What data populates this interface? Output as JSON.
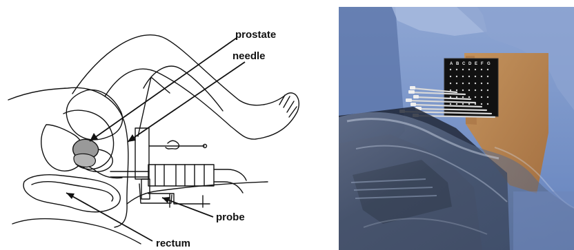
{
  "diagram": {
    "labels": {
      "prostate": "prostate",
      "needle": "needle",
      "probe": "probe",
      "rectum": "rectum"
    }
  },
  "photo": {
    "template_letters": [
      "A",
      "B",
      "C",
      "D",
      "E",
      "F",
      "G"
    ]
  },
  "colors": {
    "line": "#111111",
    "prostate_fill": "#999999",
    "drape_blue": "#7f98c8",
    "skin": "#c69356",
    "template_black": "#111111"
  }
}
